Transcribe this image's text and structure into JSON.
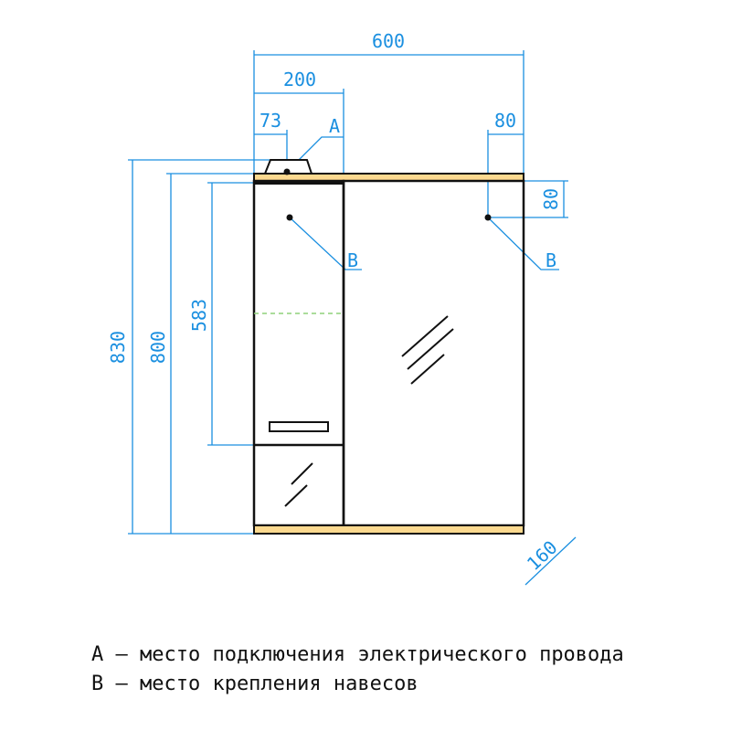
{
  "dimensions": {
    "total_width": "600",
    "left_cabinet_width": "200",
    "lamp_offset": "73",
    "hook_offset_right": "80",
    "hook_offset_top": "80",
    "total_height": "830",
    "body_height": "800",
    "upper_door_height": "583",
    "depth": "160"
  },
  "markers": {
    "a": "A",
    "b_left": "B",
    "b_right": "B"
  },
  "legend": [
    "A – место подключения электрического провода",
    "B – место крепления навесов"
  ],
  "colors": {
    "dimension": "#1a8fe0",
    "shelf": "#fcd98f",
    "outline": "#111111",
    "guide": "#8fd07a"
  }
}
